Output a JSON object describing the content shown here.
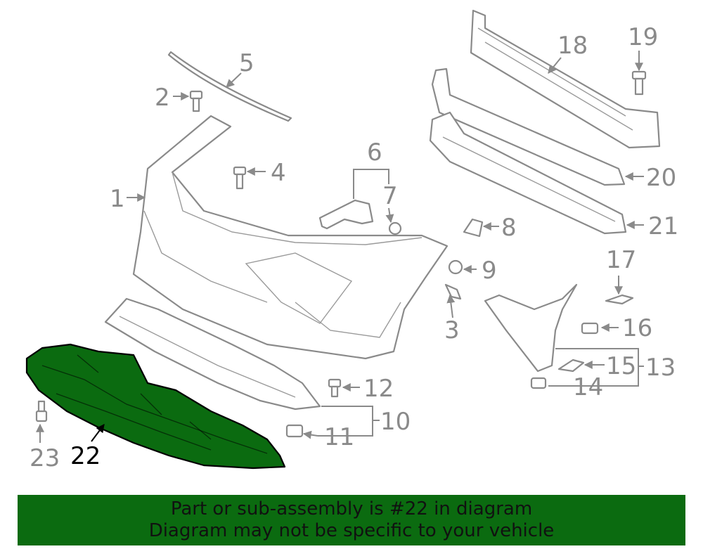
{
  "callouts": {
    "c1": "1",
    "c2": "2",
    "c3": "3",
    "c4": "4",
    "c5": "5",
    "c6": "6",
    "c7": "7",
    "c8": "8",
    "c9": "9",
    "c10": "10",
    "c11": "11",
    "c12": "12",
    "c13": "13",
    "c14": "14",
    "c15": "15",
    "c16": "16",
    "c17": "17",
    "c18": "18",
    "c19": "19",
    "c20": "20",
    "c21": "21",
    "c22": "22",
    "c23": "23"
  },
  "highlighted_part": "22",
  "colors": {
    "highlight": "#0b6b10",
    "line": "#8a8a8a"
  },
  "banner": {
    "line1": "Part or sub-assembly is #22 in diagram",
    "line2": "Diagram may not be specific to your vehicle"
  }
}
